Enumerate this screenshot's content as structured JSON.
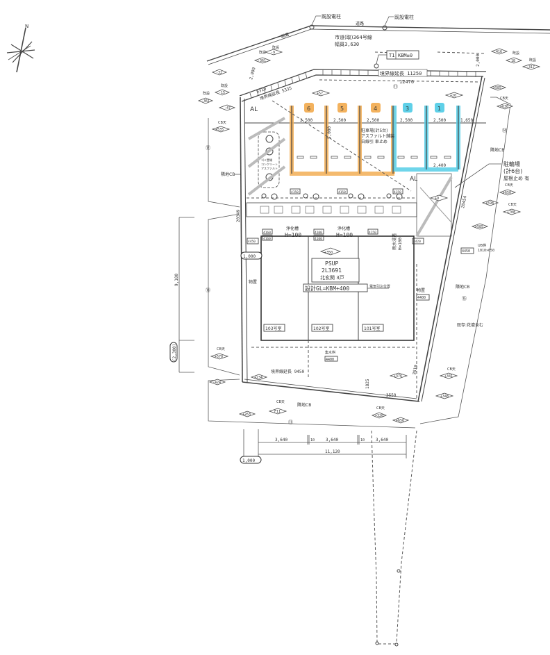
{
  "drawing": {
    "type": "site-plan",
    "compass": {
      "label": "N",
      "icon": "north-arrow-star"
    },
    "road": {
      "pole_label_left": "既設電柱",
      "pole_label_right": "既設電柱",
      "road_line_label": "道路",
      "road_name": "市道(取)364号線",
      "road_width": "幅員3,630",
      "road_side_label": "側溝"
    },
    "benchmark": {
      "label": "T1",
      "value": "KBM±0"
    },
    "boundary": {
      "top_right_dim": "境界線延長 11250",
      "top_left_dim": "境界線延長 5335",
      "top_left_dim2": "5310",
      "top_inner_dim": "12476",
      "vertical_left_dim": "2,080",
      "vertical_right_dim": "2,000",
      "left_side_dim": "20349",
      "right_side_dim": "20454",
      "bottom_dim": "境界線延長 9450",
      "bottom_right_dim": "3558",
      "right_lower_dim": "3619",
      "inner_vertical_dim": "1825"
    },
    "parking": {
      "spaces": [
        {
          "no": "6",
          "width": "2,500",
          "color": "orange"
        },
        {
          "no": "5",
          "width": "2,500",
          "color": "orange"
        },
        {
          "no": "4",
          "width": "2,500",
          "color": "orange"
        },
        {
          "no": "3",
          "width": "2,500",
          "color": "cyan"
        },
        {
          "no": "1",
          "width": "2,500",
          "color": "cyan"
        }
      ],
      "right_edge_dim": "1,650",
      "depth_dim": "5,000",
      "inner_dim": "2,400",
      "bottom_right_dim": "2,400",
      "note_line1": "駐車場(計5台)",
      "note_line2": "アスファルト舗装",
      "note_line3": "白線引 車止め"
    },
    "bicycle": {
      "label_line1": "駐輪場",
      "label_line2": "(計6台)",
      "label_line3": "屋根止め 有"
    },
    "garbage_area": {
      "label_line1": "ゴミ置場",
      "label_line2": "コンクリート",
      "label_line3": "アスファルト"
    },
    "al_labels": [
      "AL",
      "AL"
    ],
    "building": {
      "elev_marker": "+350",
      "name": "PSUP",
      "code": "2L3691",
      "desc": "北玄関 3戸",
      "design_gl": "設計GL=KBM+400",
      "elec_label": "電気引込位置",
      "units": [
        "103号室",
        "102号室",
        "101号室"
      ],
      "water_label_left": "浄化槽",
      "water_label_right": "浄化槽",
      "h_label_1": "H=100",
      "h_label_2": "H=100",
      "h_label_right": "H=100",
      "rainwater_label": "雨水浸透",
      "width_dims": [
        "3,640",
        "3,640",
        "3,640"
      ],
      "width_gap_dims": [
        "10",
        "10"
      ],
      "total_width": "11,120",
      "height_dim": "9,100",
      "left_offset": "1,000",
      "bottom_offset": "(2,300)",
      "bottom_left_offset": "1,000"
    },
    "walls": {
      "left_cb": "隣地CB",
      "right_cb": "隣地CB",
      "bottom_cb": "隣地CB",
      "right_cb2": "隣地CB",
      "right_note": "既存:花壇含む"
    },
    "elev_markers": [
      {
        "label": "既設",
        "value": "-9"
      },
      {
        "label": "既設",
        "value": "-361"
      },
      {
        "label": "",
        "value": "-32"
      },
      {
        "label": "既設",
        "value": "-15"
      },
      {
        "label": "既設",
        "value": "-361"
      },
      {
        "label": "",
        "value": "-47"
      },
      {
        "label": "CB天",
        "value": "+535"
      },
      {
        "label": "",
        "value": "+57"
      },
      {
        "label": "",
        "value": "+20"
      },
      {
        "label": "",
        "value": "416"
      },
      {
        "label": "既設",
        "value": "18"
      },
      {
        "label": "既設",
        "value": "-317"
      },
      {
        "label": "",
        "value": "+585"
      },
      {
        "label": "CB天",
        "value": "+630"
      },
      {
        "label": "CB天",
        "value": "+650"
      },
      {
        "label": "",
        "value": "+598"
      },
      {
        "label": "CB天",
        "value": "+708"
      },
      {
        "label": "",
        "value": "+585"
      },
      {
        "label": "",
        "value": "+9"
      },
      {
        "label": "CB天",
        "value": "+570"
      },
      {
        "label": "",
        "value": "-424"
      },
      {
        "label": "",
        "value": "+234"
      },
      {
        "label": "CB天",
        "value": "F11"
      },
      {
        "label": "",
        "value": "+263"
      },
      {
        "label": "",
        "value": "+376"
      },
      {
        "label": "CB天",
        "value": "+341"
      },
      {
        "label": "",
        "value": "+348"
      },
      {
        "label": "CB天",
        "value": "+320"
      },
      {
        "label": "",
        "value": "+656"
      }
    ],
    "small_boxes": [
      "4100",
      "4100",
      "4150",
      "4150",
      "4160",
      "4160",
      "4150",
      "4150",
      "4450",
      "4400",
      "4400",
      "4400",
      "4400",
      "4420"
    ],
    "ubox_label": "UB桝",
    "ubox_size": "1010×650",
    "ubox_value": "4450",
    "storage_label": "物置",
    "storage_value": "4400",
    "cistern_label": "集水桝",
    "cistern_value": "4400",
    "circle_markers": [
      "①",
      "②",
      "③",
      "⑪",
      "⑫",
      "⑬",
      "⑭",
      "⑮",
      "⑯",
      "⑰",
      "⑱"
    ]
  }
}
